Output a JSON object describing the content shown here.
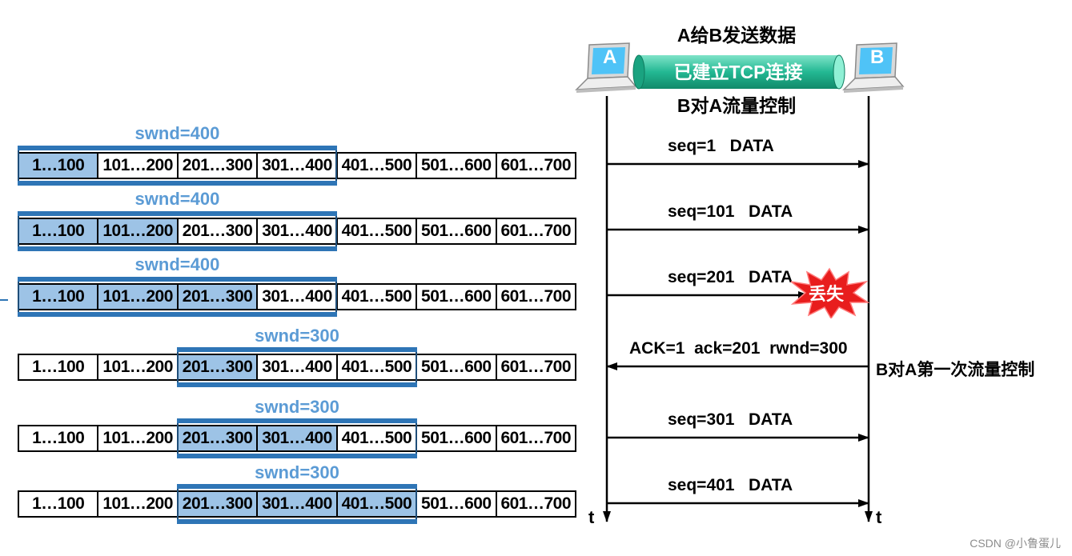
{
  "header": {
    "title_top": "A给B发送数据",
    "connection": "已建立TCP连接",
    "title_bottom": "B对A流量控制"
  },
  "hosts": {
    "a": "A",
    "b": "B"
  },
  "timeline": {
    "left_t": "t",
    "right_t": "t"
  },
  "segments": [
    "1…100",
    "101…200",
    "201…300",
    "301…400",
    "401…500",
    "501…600",
    "601…700"
  ],
  "rows": [
    {
      "swnd": "swnd=400",
      "window_start": 0,
      "window_size": 4,
      "sent": [
        0
      ]
    },
    {
      "swnd": "swnd=400",
      "window_start": 0,
      "window_size": 4,
      "sent": [
        0,
        1
      ]
    },
    {
      "swnd": "swnd=400",
      "window_start": 0,
      "window_size": 4,
      "sent": [
        0,
        1,
        2
      ]
    },
    {
      "swnd": "swnd=300",
      "window_start": 2,
      "window_size": 3,
      "sent": [
        2
      ]
    },
    {
      "swnd": "swnd=300",
      "window_start": 2,
      "window_size": 3,
      "sent": [
        2,
        3
      ]
    },
    {
      "swnd": "swnd=300",
      "window_start": 2,
      "window_size": 3,
      "sent": [
        2,
        3,
        4
      ]
    }
  ],
  "messages": [
    {
      "label": "seq=1   DATA",
      "direction": "A->B"
    },
    {
      "label": "seq=101   DATA",
      "direction": "A->B"
    },
    {
      "label": "seq=201   DATA",
      "direction": "A->B",
      "lost": true
    },
    {
      "label": "ACK=1  ack=201  rwnd=300",
      "direction": "B->A"
    },
    {
      "label": "seq=301   DATA",
      "direction": "A->B"
    },
    {
      "label": "seq=401   DATA",
      "direction": "A->B"
    }
  ],
  "lost_label": "丢失",
  "side_note": "B对A第一次流量控制",
  "watermark": "CSDN @小鲁蛋儿",
  "colors": {
    "highlight": "#9dc3e6",
    "window_bar": "#2e75b6",
    "swnd_text": "#5b9bd5",
    "connection": "#2bbf9f",
    "lost_burst": "#e81d1d"
  }
}
